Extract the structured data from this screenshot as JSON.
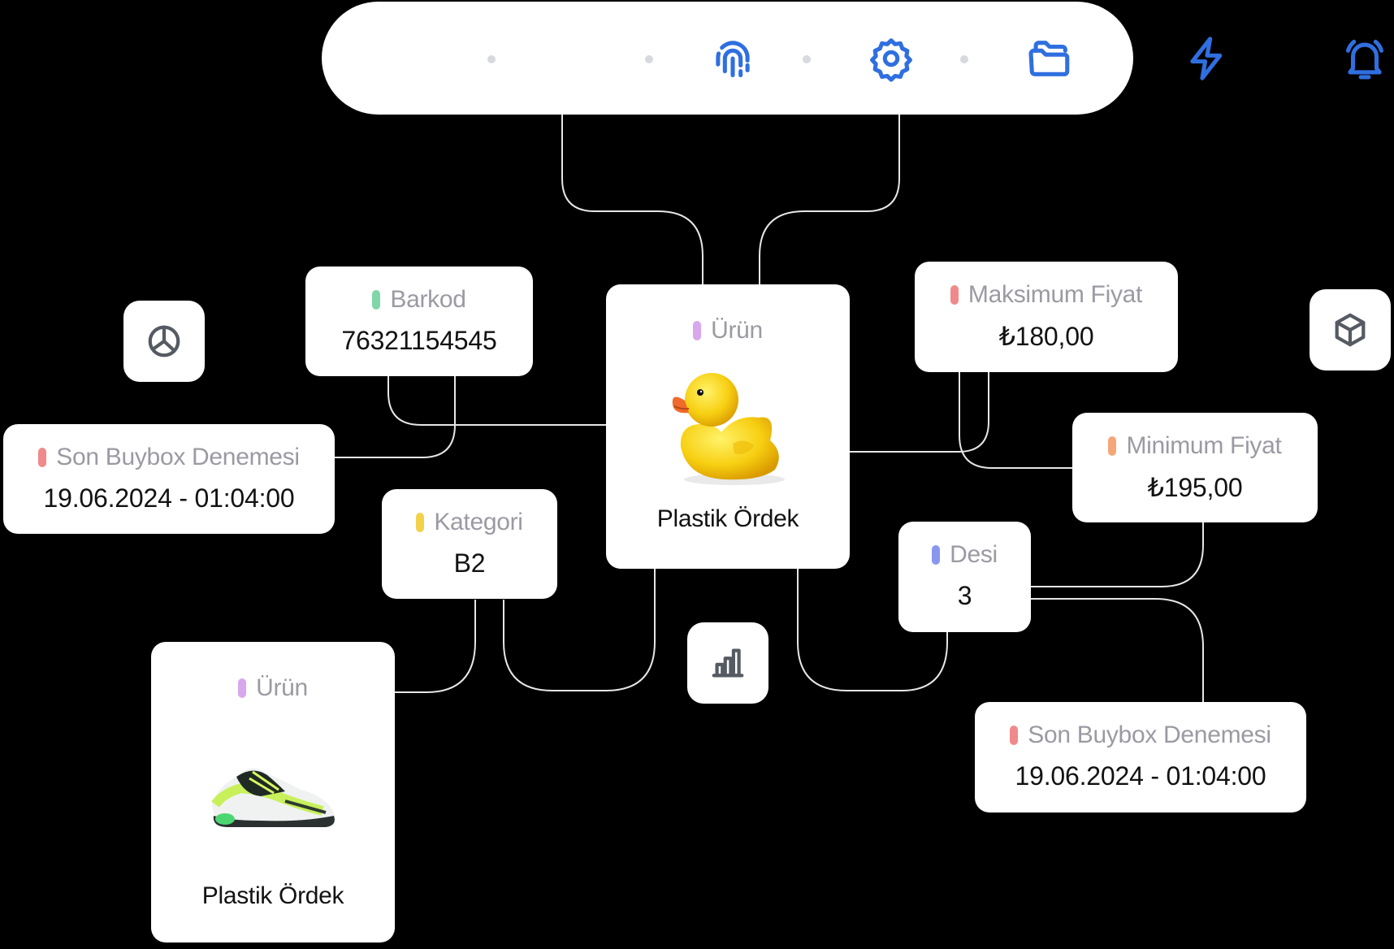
{
  "toolbar": {
    "icons": [
      "fingerprint-icon",
      "gear-icon",
      "folder-icon",
      "lightning-icon",
      "bell-icon"
    ],
    "icon_color": "#2f6fe0"
  },
  "cards": {
    "urun_main": {
      "label": "Ürün",
      "name": "Plastik Ördek",
      "dot": "#d9a7ec",
      "image": "rubber-duck"
    },
    "urun_second": {
      "label": "Ürün",
      "name": "Plastik Ördek",
      "dot": "#d9a7ec",
      "image": "sneaker"
    },
    "barkod": {
      "label": "Barkod",
      "value": "76321154545",
      "dot": "#7fd6a8"
    },
    "son_buybox_left": {
      "label": "Son Buybox Denemesi",
      "value": "19.06.2024 - 01:04:00",
      "dot": "#f08a8a"
    },
    "kategori": {
      "label": "Kategori",
      "value": "B2",
      "dot": "#f2d24b"
    },
    "maksimum_fiyat": {
      "label": "Maksimum Fiyat",
      "value": "₺180,00",
      "dot": "#f08a8a"
    },
    "minimum_fiyat": {
      "label": "Minimum Fiyat",
      "value": "₺195,00",
      "dot": "#f5a77a"
    },
    "desi": {
      "label": "Desi",
      "value": "3",
      "dot": "#8a96ef"
    },
    "son_buybox_right": {
      "label": "Son Buybox Denemesi",
      "value": "19.06.2024 - 01:04:00",
      "dot": "#f08a8a"
    }
  },
  "side_icons": [
    "pie-chart-icon",
    "cube-icon",
    "bar-chart-icon"
  ]
}
